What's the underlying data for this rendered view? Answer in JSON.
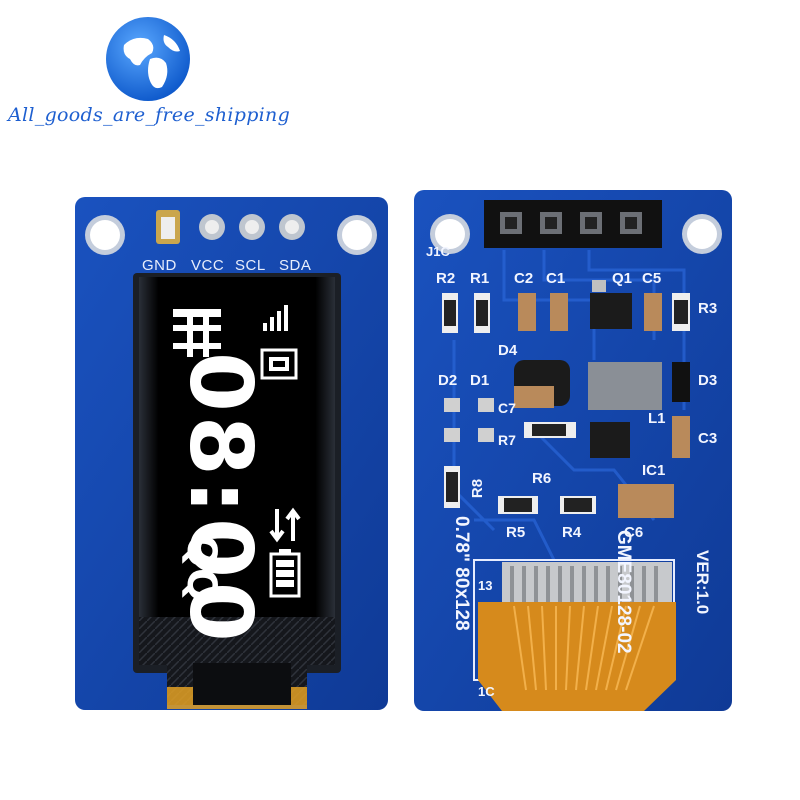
{
  "watermark": {
    "text": "All_goods_are_free_shipping"
  },
  "front_board": {
    "pin_labels": [
      "GND",
      "VCC",
      "SCL",
      "SDA"
    ],
    "oled": {
      "time": "08:00",
      "app_label": "QQ",
      "icons": [
        "signal-icon",
        "sim-card-icon",
        "data-transfer-icon",
        "battery-icon",
        "calendar-icon"
      ]
    }
  },
  "back_board": {
    "header_label": "J1C",
    "component_labels": {
      "r2": "R2",
      "r1": "R1",
      "c2": "C2",
      "c1": "C1",
      "q1": "Q1",
      "c5": "C5",
      "r3": "R3",
      "d4": "D4",
      "d2": "D2",
      "d1": "D1",
      "d3": "D3",
      "c7": "C7",
      "r7": "R7",
      "l1": "L1",
      "c3": "C3",
      "r8": "R8",
      "r6": "R6",
      "ic1": "IC1",
      "r5": "R5",
      "r4": "R4",
      "c6": "C6"
    },
    "model": "GME80128-02",
    "version": "VER:1.0",
    "size_spec": "0.78\" 80x128",
    "pin_13": "13",
    "pin_1": "1C"
  },
  "colors": {
    "pcb_blue": "#1446a8",
    "pcb_dark": "#0d2f7a",
    "header_black": "#111111",
    "flex_orange": "#d68a1c",
    "watermark_blue": "#1e5fd0"
  }
}
